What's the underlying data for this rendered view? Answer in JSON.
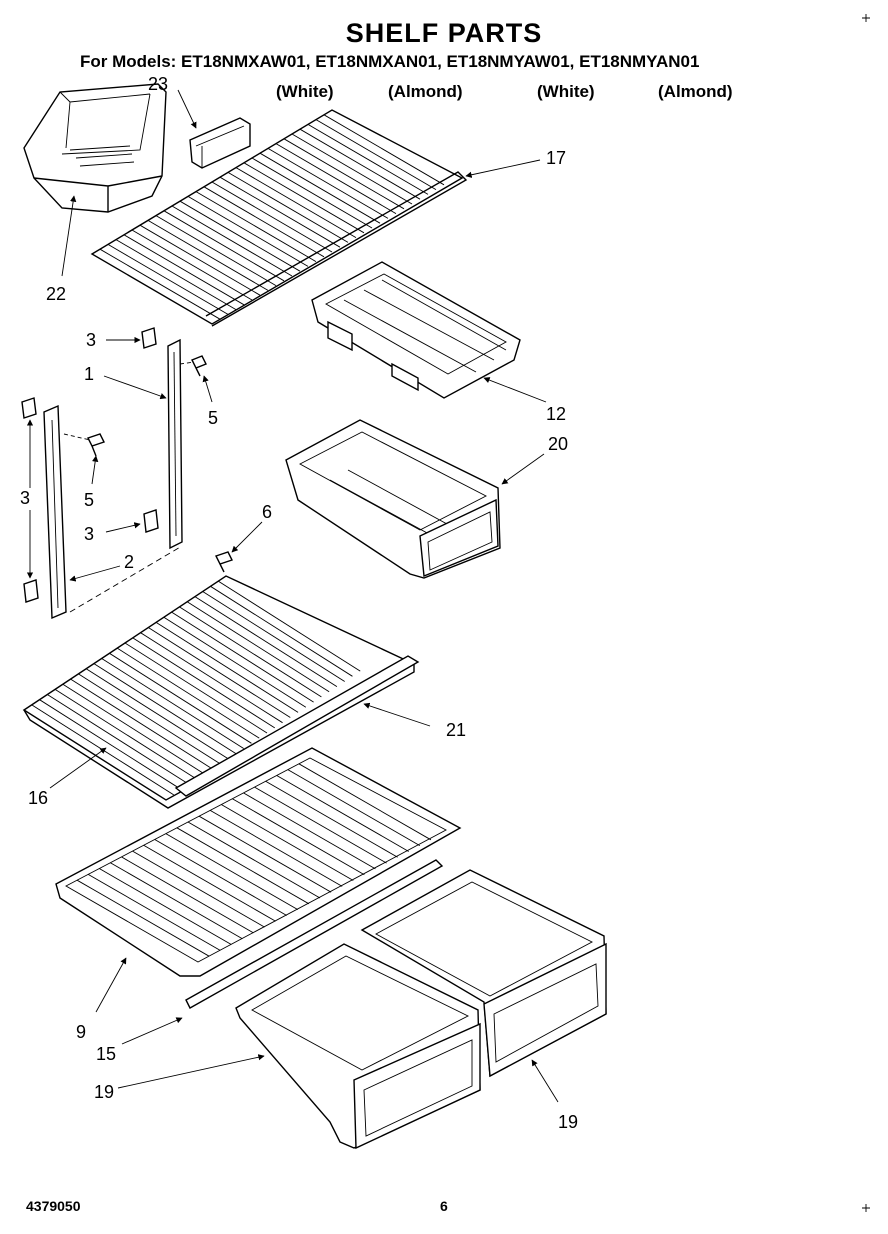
{
  "header": {
    "title": "SHELF PARTS",
    "models_line": "For Models: ET18NMXAW01, ET18NMXAN01, ET18NMYAW01, ET18NMYAN01",
    "variants": [
      "(White)",
      "(Almond)",
      "(White)",
      "(Almond)"
    ]
  },
  "callouts": {
    "c23": "23",
    "c17": "17",
    "c22": "22",
    "c3a": "3",
    "c1": "1",
    "c5a": "5",
    "c12": "12",
    "c3b": "3",
    "c5b": "5",
    "c20": "20",
    "c6": "6",
    "c3c": "3",
    "c2": "2",
    "c21": "21",
    "c16": "16",
    "c9": "9",
    "c15": "15",
    "c19a": "19",
    "c19b": "19"
  },
  "footer": {
    "doc_number": "4379050",
    "page_number": "6"
  }
}
